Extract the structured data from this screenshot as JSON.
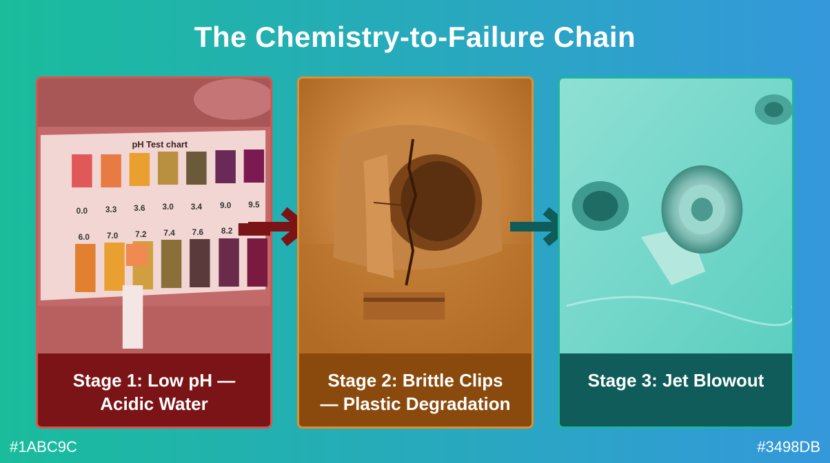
{
  "title": "The Chemistry-to-Failure Chain",
  "stages": [
    {
      "caption_line1": "Stage 1: Low pH —",
      "caption_line2": "Acidic Water",
      "photo": {
        "chart_title": "pH Test chart",
        "row1_labels": [
          "0.0",
          "3.3",
          "3.6",
          "3.0",
          "3.4",
          "9.0",
          "9.5"
        ],
        "row2_labels": [
          "6.0",
          "7.0",
          "7.2",
          "7.4",
          "7.6",
          "8.2"
        ]
      }
    },
    {
      "caption_line1": "Stage 2: Brittle Clips",
      "caption_line2": "— Plastic Degradation"
    },
    {
      "caption_line1": "Stage 3: Jet Blowout",
      "caption_line2": ""
    }
  ],
  "colors": {
    "gradient_start": "#1ABC9C",
    "gradient_end": "#3498DB",
    "stage1_accent": "#7a1416",
    "stage2_accent": "#8a4a0d",
    "stage3_accent": "#0f5c5a"
  },
  "footer": {
    "left_hex": "#1ABC9C",
    "right_hex": "#3498DB"
  }
}
